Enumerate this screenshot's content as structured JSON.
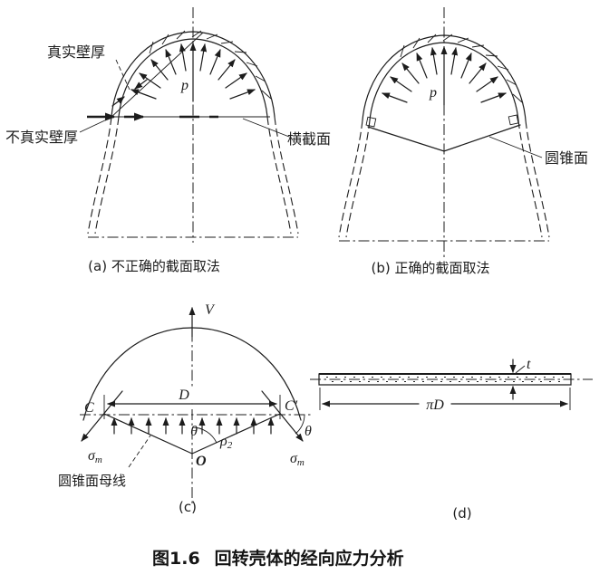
{
  "figure_caption": {
    "number": "图1.6",
    "title": "回转壳体的经向应力分析"
  },
  "diagram_a": {
    "label_true_wall_thickness": "真实壁厚",
    "label_untrue_wall_thickness": "不真实壁厚",
    "label_cross_section": "横截面",
    "pressure_symbol": "p",
    "caption": "(a) 不正确的截面取法"
  },
  "diagram_b": {
    "pressure_symbol": "p",
    "label_conical_surface": "圆锥面",
    "caption": "(b) 正确的截面取法"
  },
  "diagram_c": {
    "resultant_force": "V",
    "diameter": "D",
    "point_left": "C",
    "point_right": "C′",
    "angle_theta": "θ",
    "radius_rho": "ρ",
    "radius_rho_sub": "2",
    "stress_sigma": "σ",
    "stress_sigma_sub": "m",
    "apex_point": "O",
    "label_cone_generatrix": "圆锥面母线",
    "caption": "(c)"
  },
  "diagram_d": {
    "thickness_symbol": "t",
    "circumference": "πD",
    "caption": "(d)"
  },
  "colors": {
    "ink": "#1c1c1c",
    "paper": "#ffffff"
  }
}
